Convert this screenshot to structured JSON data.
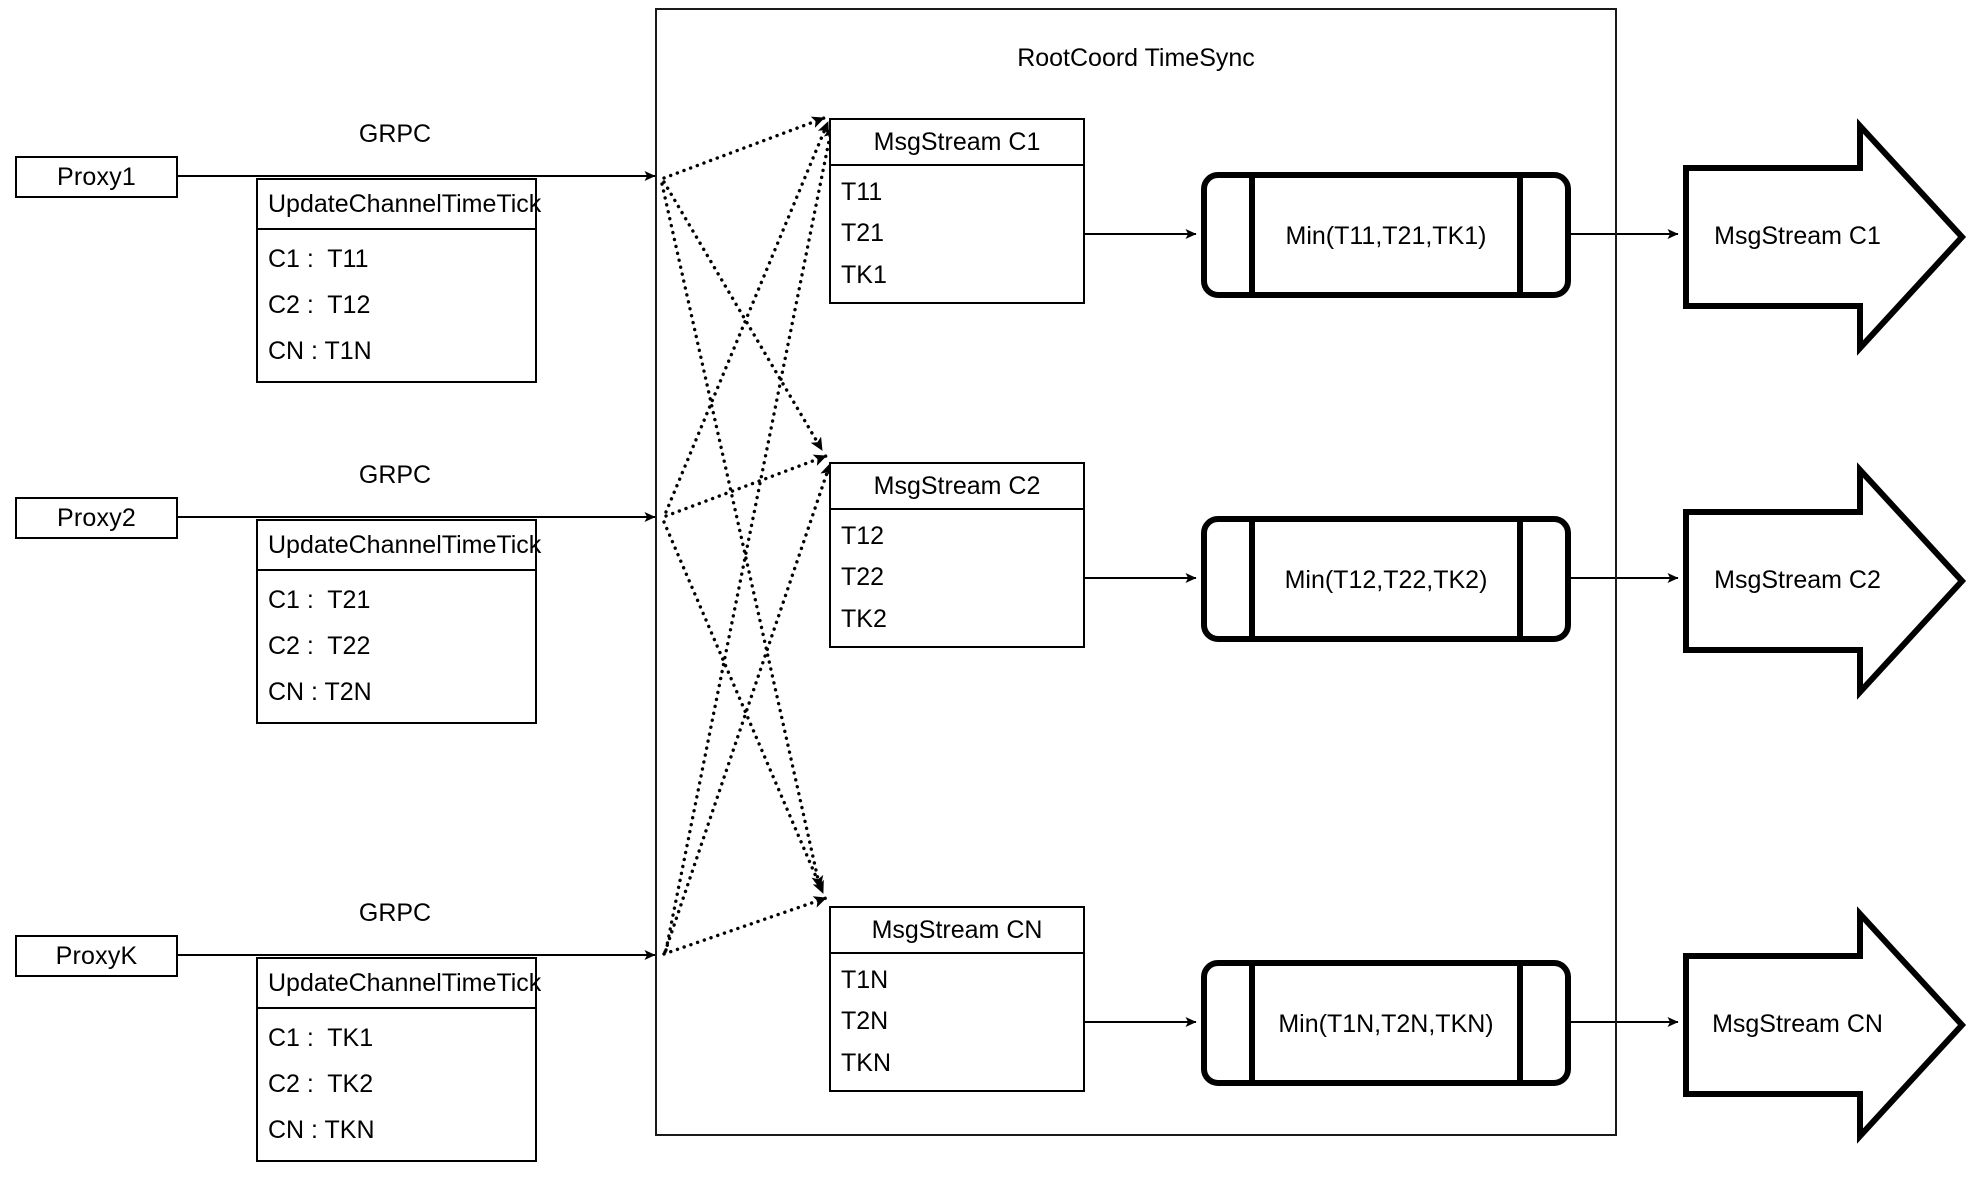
{
  "diagram": {
    "container_title": "RootCoord TimeSync",
    "link_label": "GRPC"
  },
  "proxies": [
    {
      "name": "Proxy1",
      "rpc_title": "UpdateChannelTimeTick",
      "rows": [
        "C1 :  T11",
        "C2 :  T12",
        "CN : T1N"
      ]
    },
    {
      "name": "Proxy2",
      "rpc_title": "UpdateChannelTimeTick",
      "rows": [
        "C1 :  T21",
        "C2 :  T22",
        "CN : T2N"
      ]
    },
    {
      "name": "ProxyK",
      "rpc_title": "UpdateChannelTimeTick",
      "rows": [
        "C1 :  TK1",
        "C2 :  TK2",
        "CN : TKN"
      ]
    }
  ],
  "channels": [
    {
      "stream_title": "MsgStream C1",
      "ticks": [
        "T11",
        "T21",
        "TK1"
      ],
      "min_label": "Min(T11,T21,TK1)",
      "output_label": "MsgStream C1"
    },
    {
      "stream_title": "MsgStream C2",
      "ticks": [
        "T12",
        "T22",
        "TK2"
      ],
      "min_label": "Min(T12,T22,TK2)",
      "output_label": "MsgStream C2"
    },
    {
      "stream_title": "MsgStream CN",
      "ticks": [
        "T1N",
        "T2N",
        "TKN"
      ],
      "min_label": "Min(T1N,T2N,TKN)",
      "output_label": "MsgStream CN"
    }
  ],
  "colors": {
    "stroke": "#000000",
    "container_stroke": "#1a1a1a",
    "background": "#ffffff"
  }
}
